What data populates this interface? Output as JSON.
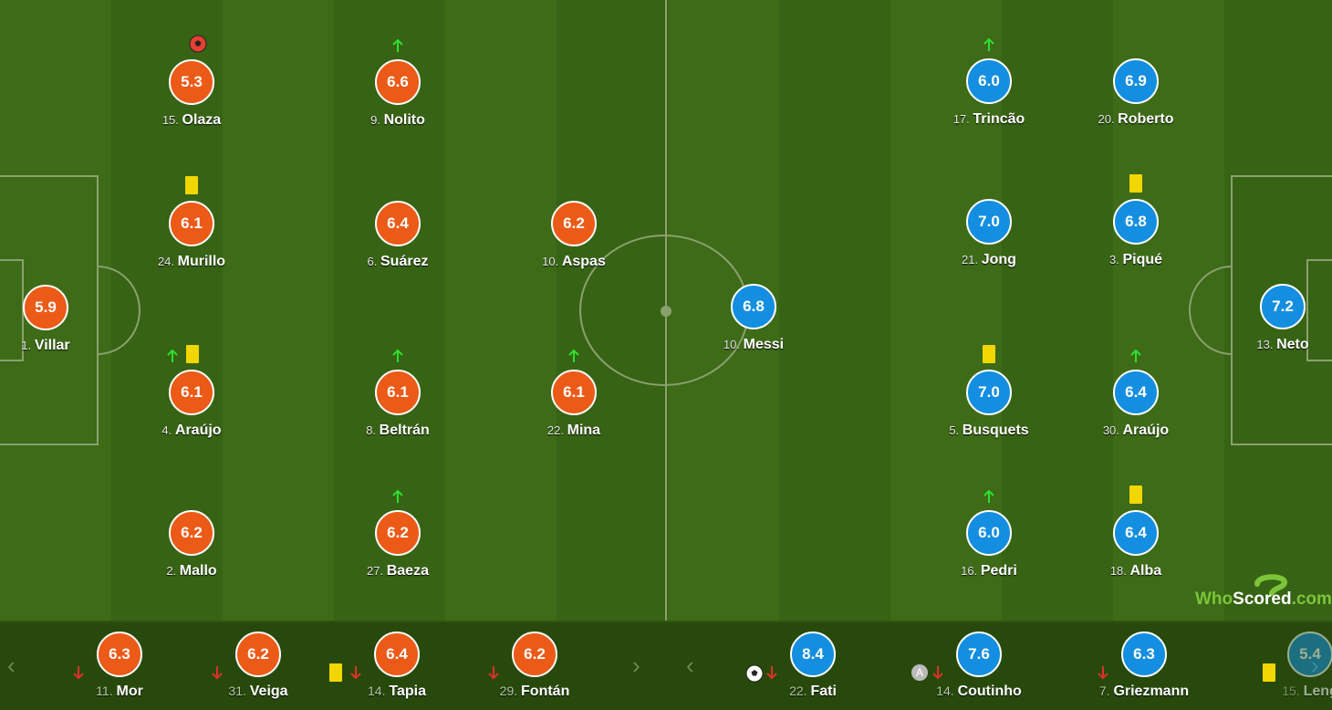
{
  "home_players": [
    {
      "id": "villar",
      "number": "1.",
      "name": "Villar",
      "rating": "5.9",
      "icons": []
    },
    {
      "id": "olaza",
      "number": "15.",
      "name": "Olaza",
      "rating": "5.3",
      "icons": [
        "goal"
      ]
    },
    {
      "id": "murillo",
      "number": "24.",
      "name": "Murillo",
      "rating": "6.1",
      "icons": [
        "yellow"
      ]
    },
    {
      "id": "araujo-home",
      "number": "4.",
      "name": "Araújo",
      "rating": "6.1",
      "icons": [
        "up",
        "yellow"
      ]
    },
    {
      "id": "mallo",
      "number": "2.",
      "name": "Mallo",
      "rating": "6.2",
      "icons": []
    },
    {
      "id": "nolito",
      "number": "9.",
      "name": "Nolito",
      "rating": "6.6",
      "icons": [
        "up"
      ]
    },
    {
      "id": "suarez",
      "number": "6.",
      "name": "Suárez",
      "rating": "6.4",
      "icons": []
    },
    {
      "id": "beltran",
      "number": "8.",
      "name": "Beltrán",
      "rating": "6.1",
      "icons": [
        "up"
      ]
    },
    {
      "id": "baeza",
      "number": "27.",
      "name": "Baeza",
      "rating": "6.2",
      "icons": [
        "up"
      ]
    },
    {
      "id": "aspas",
      "number": "10.",
      "name": "Aspas",
      "rating": "6.2",
      "icons": []
    },
    {
      "id": "mina",
      "number": "22.",
      "name": "Mina",
      "rating": "6.1",
      "icons": [
        "up"
      ]
    }
  ],
  "away_players": [
    {
      "id": "messi",
      "number": "10.",
      "name": "Messi",
      "rating": "6.8",
      "icons": []
    },
    {
      "id": "trincao",
      "number": "17.",
      "name": "Trincão",
      "rating": "6.0",
      "icons": [
        "up"
      ]
    },
    {
      "id": "jong",
      "number": "21.",
      "name": "Jong",
      "rating": "7.0",
      "icons": []
    },
    {
      "id": "busquets",
      "number": "5.",
      "name": "Busquets",
      "rating": "7.0",
      "icons": [
        "yellow"
      ]
    },
    {
      "id": "pedri",
      "number": "16.",
      "name": "Pedri",
      "rating": "6.0",
      "icons": [
        "up"
      ]
    },
    {
      "id": "roberto",
      "number": "20.",
      "name": "Roberto",
      "rating": "6.9",
      "icons": []
    },
    {
      "id": "pique",
      "number": "3.",
      "name": "Piqué",
      "rating": "6.8",
      "icons": [
        "yellow"
      ]
    },
    {
      "id": "araujo-away",
      "number": "30.",
      "name": "Araújo",
      "rating": "6.4",
      "icons": [
        "up"
      ]
    },
    {
      "id": "alba",
      "number": "18.",
      "name": "Alba",
      "rating": "6.4",
      "icons": [
        "yellow"
      ]
    },
    {
      "id": "neto",
      "number": "13.",
      "name": "Neto",
      "rating": "7.2",
      "icons": []
    }
  ],
  "home_subs": [
    {
      "id": "mor",
      "number": "11.",
      "name": "Mor",
      "rating": "6.3",
      "icons": [
        "down"
      ]
    },
    {
      "id": "veiga",
      "number": "31.",
      "name": "Veiga",
      "rating": "6.2",
      "icons": [
        "down"
      ]
    },
    {
      "id": "tapia",
      "number": "14.",
      "name": "Tapia",
      "rating": "6.4",
      "icons": [
        "yellow",
        "down"
      ]
    },
    {
      "id": "fontan",
      "number": "29.",
      "name": "Fontán",
      "rating": "6.2",
      "icons": [
        "down"
      ]
    }
  ],
  "away_subs": [
    {
      "id": "fati",
      "number": "22.",
      "name": "Fati",
      "rating": "8.4",
      "icons": [
        "goal",
        "down"
      ]
    },
    {
      "id": "coutinho",
      "number": "14.",
      "name": "Coutinho",
      "rating": "7.6",
      "icons": [
        "assist",
        "down"
      ]
    },
    {
      "id": "griezmann",
      "number": "7.",
      "name": "Griezmann",
      "rating": "6.3",
      "icons": [
        "down"
      ]
    },
    {
      "id": "lenglet",
      "number": "15.",
      "name": "Leng",
      "rating": "5.4",
      "icons": [
        "yellow"
      ]
    }
  ],
  "nav": {
    "prev": "‹",
    "next": "›"
  },
  "logo": {
    "part1": "Who",
    "part2": "Scored",
    "part3": ".com"
  },
  "colors": {
    "home": "#ec5a17",
    "away": "#148ee0",
    "pitch_a": "#3d6b17",
    "pitch_b": "#376314",
    "bench": "#274a0c"
  }
}
